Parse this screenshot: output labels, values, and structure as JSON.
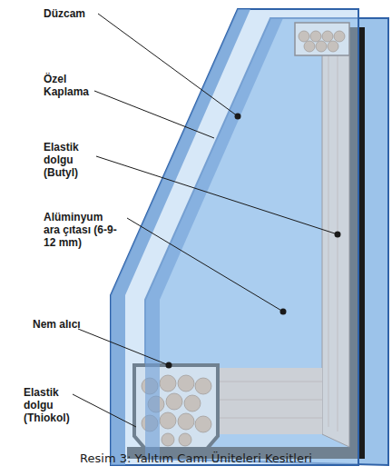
{
  "diagram": {
    "caption": "Resim 3: Yalıtım Camı Üniteleri Kesitleri",
    "labels": [
      "Düzcam",
      "Özel Kaplama",
      "Elastik dolgu (Butyl)",
      "Alüminyum ara çıtası (6-9-12 mm)",
      "Nem alıcı",
      "Elastik dolgu (Thiokol)"
    ]
  }
}
